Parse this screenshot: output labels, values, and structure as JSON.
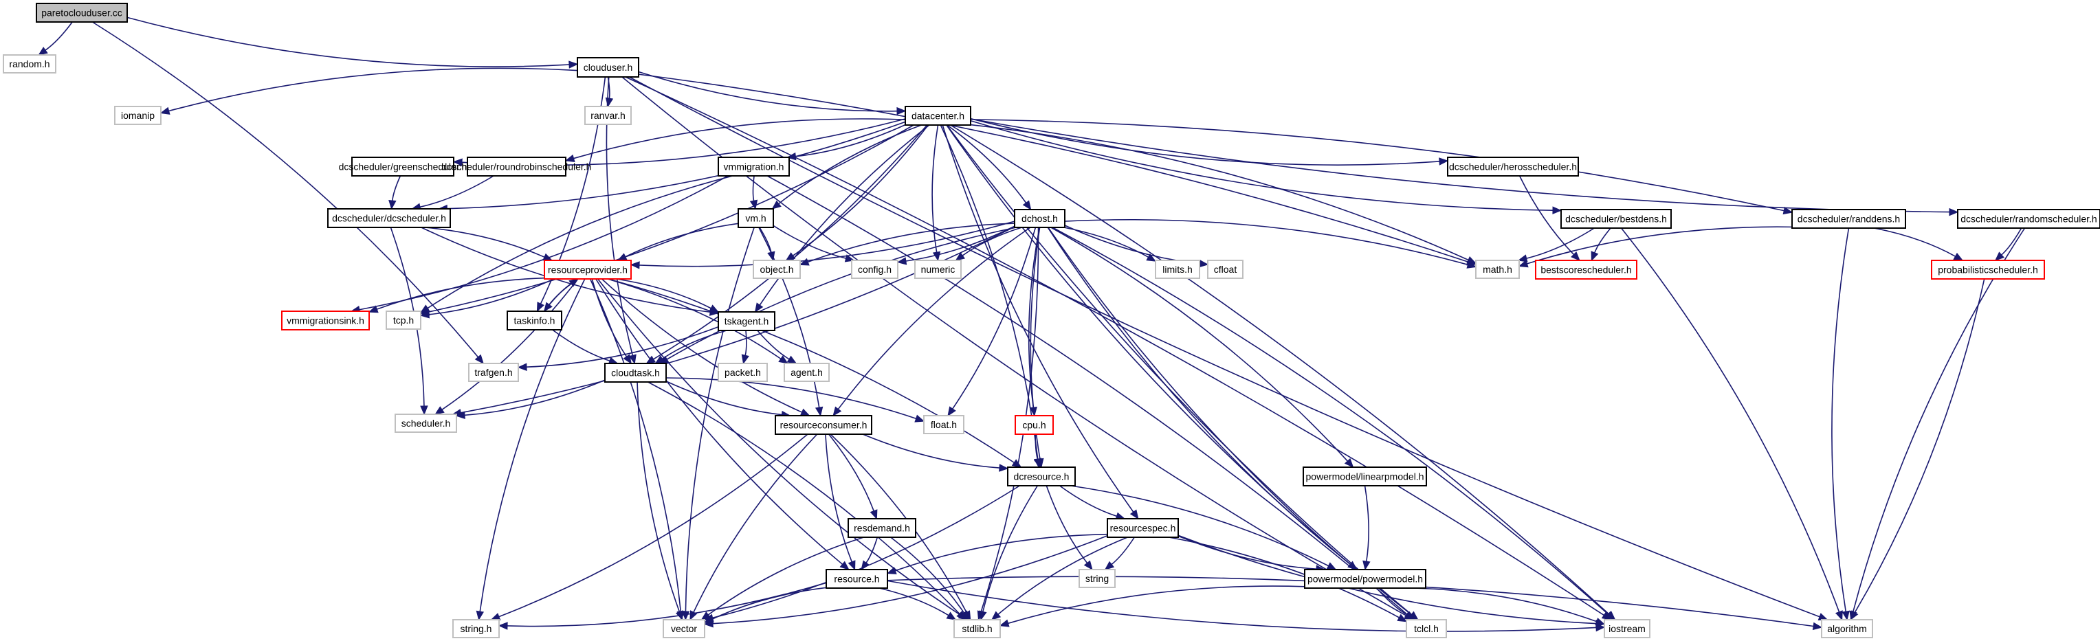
{
  "graph": {
    "title": "paretoclouduser.cc",
    "type": "include-dependency-graph",
    "colors": {
      "edge": "#191970",
      "root_fill": "#bfbfbf",
      "documented_border": "#000000",
      "external_border": "#bfbfbf",
      "truncated_border": "#ff0000"
    },
    "nodes": [
      {
        "id": "paretoclouduser",
        "label": "paretoclouduser.cc",
        "kind": "root"
      },
      {
        "id": "random",
        "label": "random.h",
        "kind": "ext"
      },
      {
        "id": "clouduser",
        "label": "clouduser.h",
        "kind": "doc"
      },
      {
        "id": "iomanip",
        "label": "iomanip",
        "kind": "ext"
      },
      {
        "id": "ranvar",
        "label": "ranvar.h",
        "kind": "ext"
      },
      {
        "id": "datacenter",
        "label": "datacenter.h",
        "kind": "doc"
      },
      {
        "id": "greensched",
        "label": "dcscheduler/greenscheduler.h",
        "kind": "doc"
      },
      {
        "id": "rrsched",
        "label": "dcscheduler/roundrobinscheduler.h",
        "kind": "doc"
      },
      {
        "id": "vmmigration",
        "label": "vmmigration.h",
        "kind": "doc"
      },
      {
        "id": "herossched",
        "label": "dcscheduler/herosscheduler.h",
        "kind": "doc"
      },
      {
        "id": "dcsched",
        "label": "dcscheduler/dcscheduler.h",
        "kind": "doc"
      },
      {
        "id": "vm",
        "label": "vm.h",
        "kind": "doc"
      },
      {
        "id": "dchost",
        "label": "dchost.h",
        "kind": "doc"
      },
      {
        "id": "bestdens",
        "label": "dcscheduler/bestdens.h",
        "kind": "doc"
      },
      {
        "id": "randdens",
        "label": "dcscheduler/randdens.h",
        "kind": "doc"
      },
      {
        "id": "randomsched",
        "label": "dcscheduler/randomscheduler.h",
        "kind": "doc"
      },
      {
        "id": "resprovider",
        "label": "resourceprovider.h",
        "kind": "red"
      },
      {
        "id": "object",
        "label": "object.h",
        "kind": "ext"
      },
      {
        "id": "config",
        "label": "config.h",
        "kind": "ext"
      },
      {
        "id": "numeric",
        "label": "numeric",
        "kind": "ext"
      },
      {
        "id": "limits",
        "label": "limits.h",
        "kind": "ext"
      },
      {
        "id": "cfloat",
        "label": "cfloat",
        "kind": "ext"
      },
      {
        "id": "math",
        "label": "math.h",
        "kind": "ext"
      },
      {
        "id": "bestscore",
        "label": "bestscorescheduler.h",
        "kind": "red"
      },
      {
        "id": "probsched",
        "label": "probabilisticscheduler.h",
        "kind": "red"
      },
      {
        "id": "vmmigsink",
        "label": "vmmigrationsink.h",
        "kind": "red"
      },
      {
        "id": "tcp",
        "label": "tcp.h",
        "kind": "ext"
      },
      {
        "id": "taskinfo",
        "label": "taskinfo.h",
        "kind": "doc"
      },
      {
        "id": "tskagent",
        "label": "tskagent.h",
        "kind": "doc"
      },
      {
        "id": "trafgen",
        "label": "trafgen.h",
        "kind": "ext"
      },
      {
        "id": "cloudtask",
        "label": "cloudtask.h",
        "kind": "doc"
      },
      {
        "id": "packet",
        "label": "packet.h",
        "kind": "ext"
      },
      {
        "id": "agent",
        "label": "agent.h",
        "kind": "ext"
      },
      {
        "id": "scheduler",
        "label": "scheduler.h",
        "kind": "ext"
      },
      {
        "id": "resconsumer",
        "label": "resourceconsumer.h",
        "kind": "doc"
      },
      {
        "id": "float",
        "label": "float.h",
        "kind": "ext"
      },
      {
        "id": "cpu",
        "label": "cpu.h",
        "kind": "red"
      },
      {
        "id": "linearpmodel",
        "label": "powermodel/linearpmodel.h",
        "kind": "doc"
      },
      {
        "id": "dcresource",
        "label": "dcresource.h",
        "kind": "doc"
      },
      {
        "id": "resdemand",
        "label": "resdemand.h",
        "kind": "doc"
      },
      {
        "id": "resspec",
        "label": "resourcespec.h",
        "kind": "doc"
      },
      {
        "id": "string",
        "label": "string",
        "kind": "ext"
      },
      {
        "id": "resource",
        "label": "resource.h",
        "kind": "doc"
      },
      {
        "id": "powermodel",
        "label": "powermodel/powermodel.h",
        "kind": "doc"
      },
      {
        "id": "stringh",
        "label": "string.h",
        "kind": "ext"
      },
      {
        "id": "vector",
        "label": "vector",
        "kind": "ext"
      },
      {
        "id": "stdlib",
        "label": "stdlib.h",
        "kind": "ext"
      },
      {
        "id": "tclcl",
        "label": "tclcl.h",
        "kind": "ext"
      },
      {
        "id": "iostream",
        "label": "iostream",
        "kind": "ext"
      },
      {
        "id": "algorithm",
        "label": "algorithm",
        "kind": "ext"
      }
    ],
    "edges": [
      [
        "paretoclouduser",
        "random"
      ],
      [
        "paretoclouduser",
        "clouduser"
      ],
      [
        "paretoclouduser",
        "trafgen"
      ],
      [
        "clouduser",
        "iomanip"
      ],
      [
        "clouduser",
        "ranvar"
      ],
      [
        "clouduser",
        "datacenter"
      ],
      [
        "clouduser",
        "taskinfo"
      ],
      [
        "clouduser",
        "cloudtask"
      ],
      [
        "clouduser",
        "math"
      ],
      [
        "clouduser",
        "tclcl"
      ],
      [
        "clouduser",
        "iostream"
      ],
      [
        "clouduser",
        "algorithm"
      ],
      [
        "datacenter",
        "greensched"
      ],
      [
        "datacenter",
        "rrsched"
      ],
      [
        "datacenter",
        "vmmigration"
      ],
      [
        "datacenter",
        "herossched"
      ],
      [
        "datacenter",
        "dcsched"
      ],
      [
        "datacenter",
        "vm"
      ],
      [
        "datacenter",
        "dchost"
      ],
      [
        "datacenter",
        "bestdens"
      ],
      [
        "datacenter",
        "randdens"
      ],
      [
        "datacenter",
        "randomsched"
      ],
      [
        "datacenter",
        "object"
      ],
      [
        "datacenter",
        "numeric"
      ],
      [
        "datacenter",
        "math"
      ],
      [
        "datacenter",
        "tskagent"
      ],
      [
        "datacenter",
        "cloudtask"
      ],
      [
        "datacenter",
        "resspec"
      ],
      [
        "datacenter",
        "dcresource"
      ],
      [
        "datacenter",
        "tclcl"
      ],
      [
        "datacenter",
        "iostream"
      ],
      [
        "datacenter",
        "powermodel"
      ],
      [
        "datacenter",
        "tcp"
      ],
      [
        "greensched",
        "dcsched"
      ],
      [
        "rrsched",
        "dcsched"
      ],
      [
        "vmmigration",
        "vm"
      ],
      [
        "vmmigration",
        "vmmigsink"
      ],
      [
        "vmmigration",
        "tcp"
      ],
      [
        "vmmigration",
        "tclcl"
      ],
      [
        "herossched",
        "bestscore"
      ],
      [
        "dcsched",
        "resprovider"
      ],
      [
        "dcsched",
        "tskagent"
      ],
      [
        "dcsched",
        "scheduler"
      ],
      [
        "vm",
        "resprovider"
      ],
      [
        "vm",
        "object"
      ],
      [
        "vm",
        "config"
      ],
      [
        "vm",
        "resconsumer"
      ],
      [
        "vm",
        "vector"
      ],
      [
        "dchost",
        "resprovider"
      ],
      [
        "dchost",
        "object"
      ],
      [
        "dchost",
        "config"
      ],
      [
        "dchost",
        "numeric"
      ],
      [
        "dchost",
        "limits"
      ],
      [
        "dchost",
        "cfloat"
      ],
      [
        "dchost",
        "math"
      ],
      [
        "dchost",
        "cloudtask"
      ],
      [
        "dchost",
        "scheduler"
      ],
      [
        "dchost",
        "resconsumer"
      ],
      [
        "dchost",
        "float"
      ],
      [
        "dchost",
        "dcresource"
      ],
      [
        "dchost",
        "linearpmodel"
      ],
      [
        "dchost",
        "powermodel"
      ],
      [
        "dchost",
        "stdlib"
      ],
      [
        "dchost",
        "tclcl"
      ],
      [
        "dchost",
        "iostream"
      ],
      [
        "dchost",
        "cpu"
      ],
      [
        "bestdens",
        "math"
      ],
      [
        "bestdens",
        "bestscore"
      ],
      [
        "bestdens",
        "algorithm"
      ],
      [
        "randdens",
        "math"
      ],
      [
        "randdens",
        "probsched"
      ],
      [
        "randdens",
        "algorithm"
      ],
      [
        "randomsched",
        "probsched"
      ],
      [
        "randomsched",
        "algorithm"
      ],
      [
        "probsched",
        "algorithm"
      ],
      [
        "resprovider",
        "vmmigsink"
      ],
      [
        "resprovider",
        "tcp"
      ],
      [
        "resprovider",
        "taskinfo"
      ],
      [
        "resprovider",
        "tskagent"
      ],
      [
        "resprovider",
        "cloudtask"
      ],
      [
        "resprovider",
        "agent"
      ],
      [
        "resprovider",
        "resconsumer"
      ],
      [
        "resprovider",
        "scheduler"
      ],
      [
        "resprovider",
        "resource"
      ],
      [
        "resprovider",
        "dcresource"
      ],
      [
        "resprovider",
        "stringh"
      ],
      [
        "resprovider",
        "vector"
      ],
      [
        "resprovider",
        "stdlib"
      ],
      [
        "taskinfo",
        "resprovider"
      ],
      [
        "taskinfo",
        "cloudtask"
      ],
      [
        "tskagent",
        "packet"
      ],
      [
        "tskagent",
        "agent"
      ],
      [
        "tskagent",
        "trafgen"
      ],
      [
        "tskagent",
        "cloudtask"
      ],
      [
        "cloudtask",
        "scheduler"
      ],
      [
        "cloudtask",
        "resconsumer"
      ],
      [
        "cloudtask",
        "float"
      ],
      [
        "cloudtask",
        "vector"
      ],
      [
        "cloudtask",
        "stdlib"
      ],
      [
        "resconsumer",
        "dcresource"
      ],
      [
        "resconsumer",
        "resdemand"
      ],
      [
        "resconsumer",
        "resource"
      ],
      [
        "resconsumer",
        "stringh"
      ],
      [
        "resconsumer",
        "vector"
      ],
      [
        "resconsumer",
        "stdlib"
      ],
      [
        "cpu",
        "dcresource"
      ],
      [
        "linearpmodel",
        "powermodel"
      ],
      [
        "dcresource",
        "resspec"
      ],
      [
        "dcresource",
        "powermodel"
      ],
      [
        "dcresource",
        "string"
      ],
      [
        "dcresource",
        "vector"
      ],
      [
        "dcresource",
        "stdlib"
      ],
      [
        "resdemand",
        "resource"
      ],
      [
        "resdemand",
        "vector"
      ],
      [
        "resdemand",
        "stdlib"
      ],
      [
        "resspec",
        "resource"
      ],
      [
        "resspec",
        "string"
      ],
      [
        "resspec",
        "powermodel"
      ],
      [
        "resspec",
        "vector"
      ],
      [
        "resspec",
        "stdlib"
      ],
      [
        "resspec",
        "tclcl"
      ],
      [
        "resspec",
        "iostream"
      ],
      [
        "resource",
        "stringh"
      ],
      [
        "resource",
        "vector"
      ],
      [
        "resource",
        "stdlib"
      ],
      [
        "resource",
        "iostream"
      ],
      [
        "resource",
        "algorithm"
      ],
      [
        "powermodel",
        "tclcl"
      ],
      [
        "powermodel",
        "iostream"
      ],
      [
        "powermodel",
        "stdlib"
      ]
    ]
  }
}
